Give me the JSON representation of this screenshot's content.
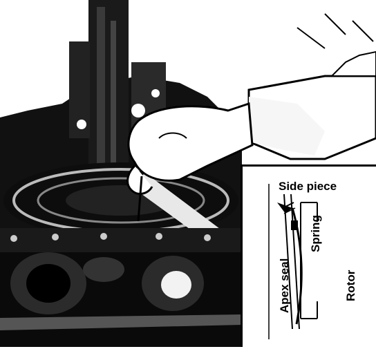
{
  "photo": {
    "subject_icon": "engine-photo-icon"
  },
  "inset": {
    "labels": {
      "side_piece": "Side piece",
      "spring": "Spring",
      "apex_seal": "Apex seal",
      "rotor": "Rotor"
    }
  }
}
